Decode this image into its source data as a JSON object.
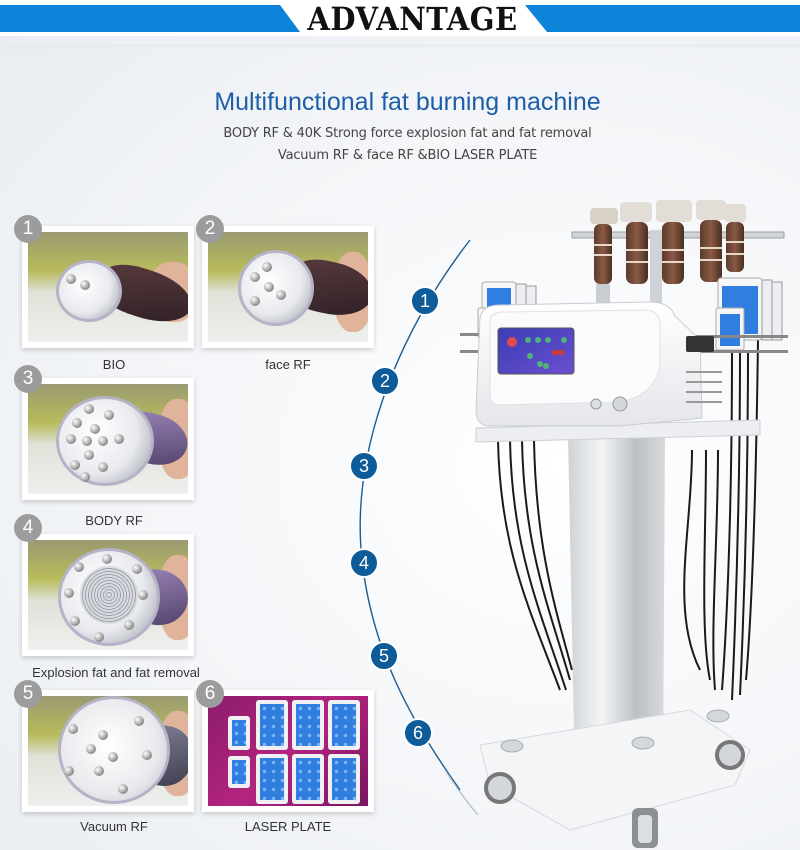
{
  "header": {
    "title": "ADVANTAGE",
    "bar_color": "#0a83d8"
  },
  "hero": {
    "title": "Multifunctional fat burning machine",
    "subtitle_line1": "BODY RF & 40K Strong force explosion fat and fat removal",
    "subtitle_line2": "Vacuum RF  & face RF &BIO LASER PLATE",
    "title_color": "#1c5ea8"
  },
  "features": [
    {
      "number": "1",
      "label": "BIO"
    },
    {
      "number": "2",
      "label": "face RF"
    },
    {
      "number": "3",
      "label": "BODY RF"
    },
    {
      "number": "4",
      "label": "Explosion fat and fat removal"
    },
    {
      "number": "5",
      "label": "Vacuum RF"
    },
    {
      "number": "6",
      "label": "LASER PLATE"
    }
  ],
  "markers": [
    "1",
    "2",
    "3",
    "4",
    "5",
    "6"
  ],
  "colors": {
    "marker_fill": "#0d5c99",
    "badge_fill": "#9c9c9c"
  }
}
